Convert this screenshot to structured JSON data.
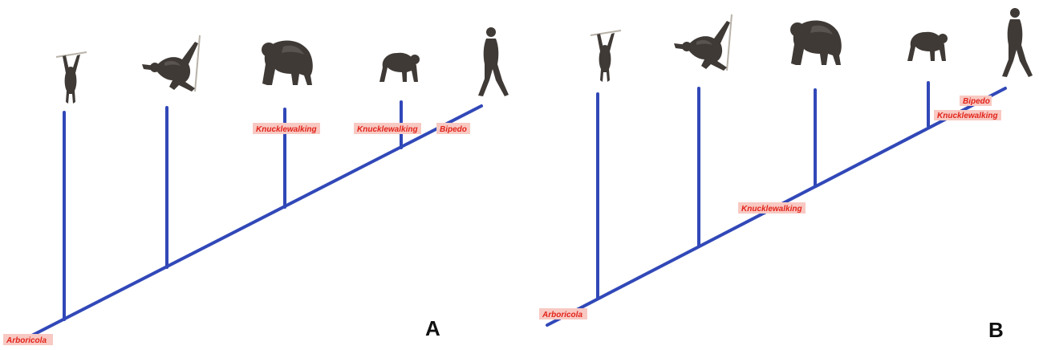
{
  "panels": [
    {
      "letter": "A",
      "labels": {
        "root": "Arboricola",
        "knuckle_gorilla": "Knucklewalking",
        "knuckle_chimp": "Knucklewalking",
        "bipedal": "Bipedo"
      },
      "taxa_icons": [
        "gibbon-icon",
        "orangutan-icon",
        "gorilla-icon",
        "chimpanzee-icon",
        "human-icon"
      ]
    },
    {
      "letter": "B",
      "labels": {
        "root": "Arboricola",
        "knuckle_shared": "Knucklewalking",
        "bipedal": "Bipedo",
        "knuckle_chimp": "Knucklewalking"
      },
      "taxa_icons": [
        "gibbon-icon",
        "orangutan-icon",
        "gorilla-icon",
        "chimpanzee-icon",
        "human-icon"
      ]
    }
  ],
  "colors": {
    "branch": "#3148b8",
    "label_text": "#e2231a",
    "label_background": "#f8c9c2",
    "silhouette": "#3f3a36"
  }
}
